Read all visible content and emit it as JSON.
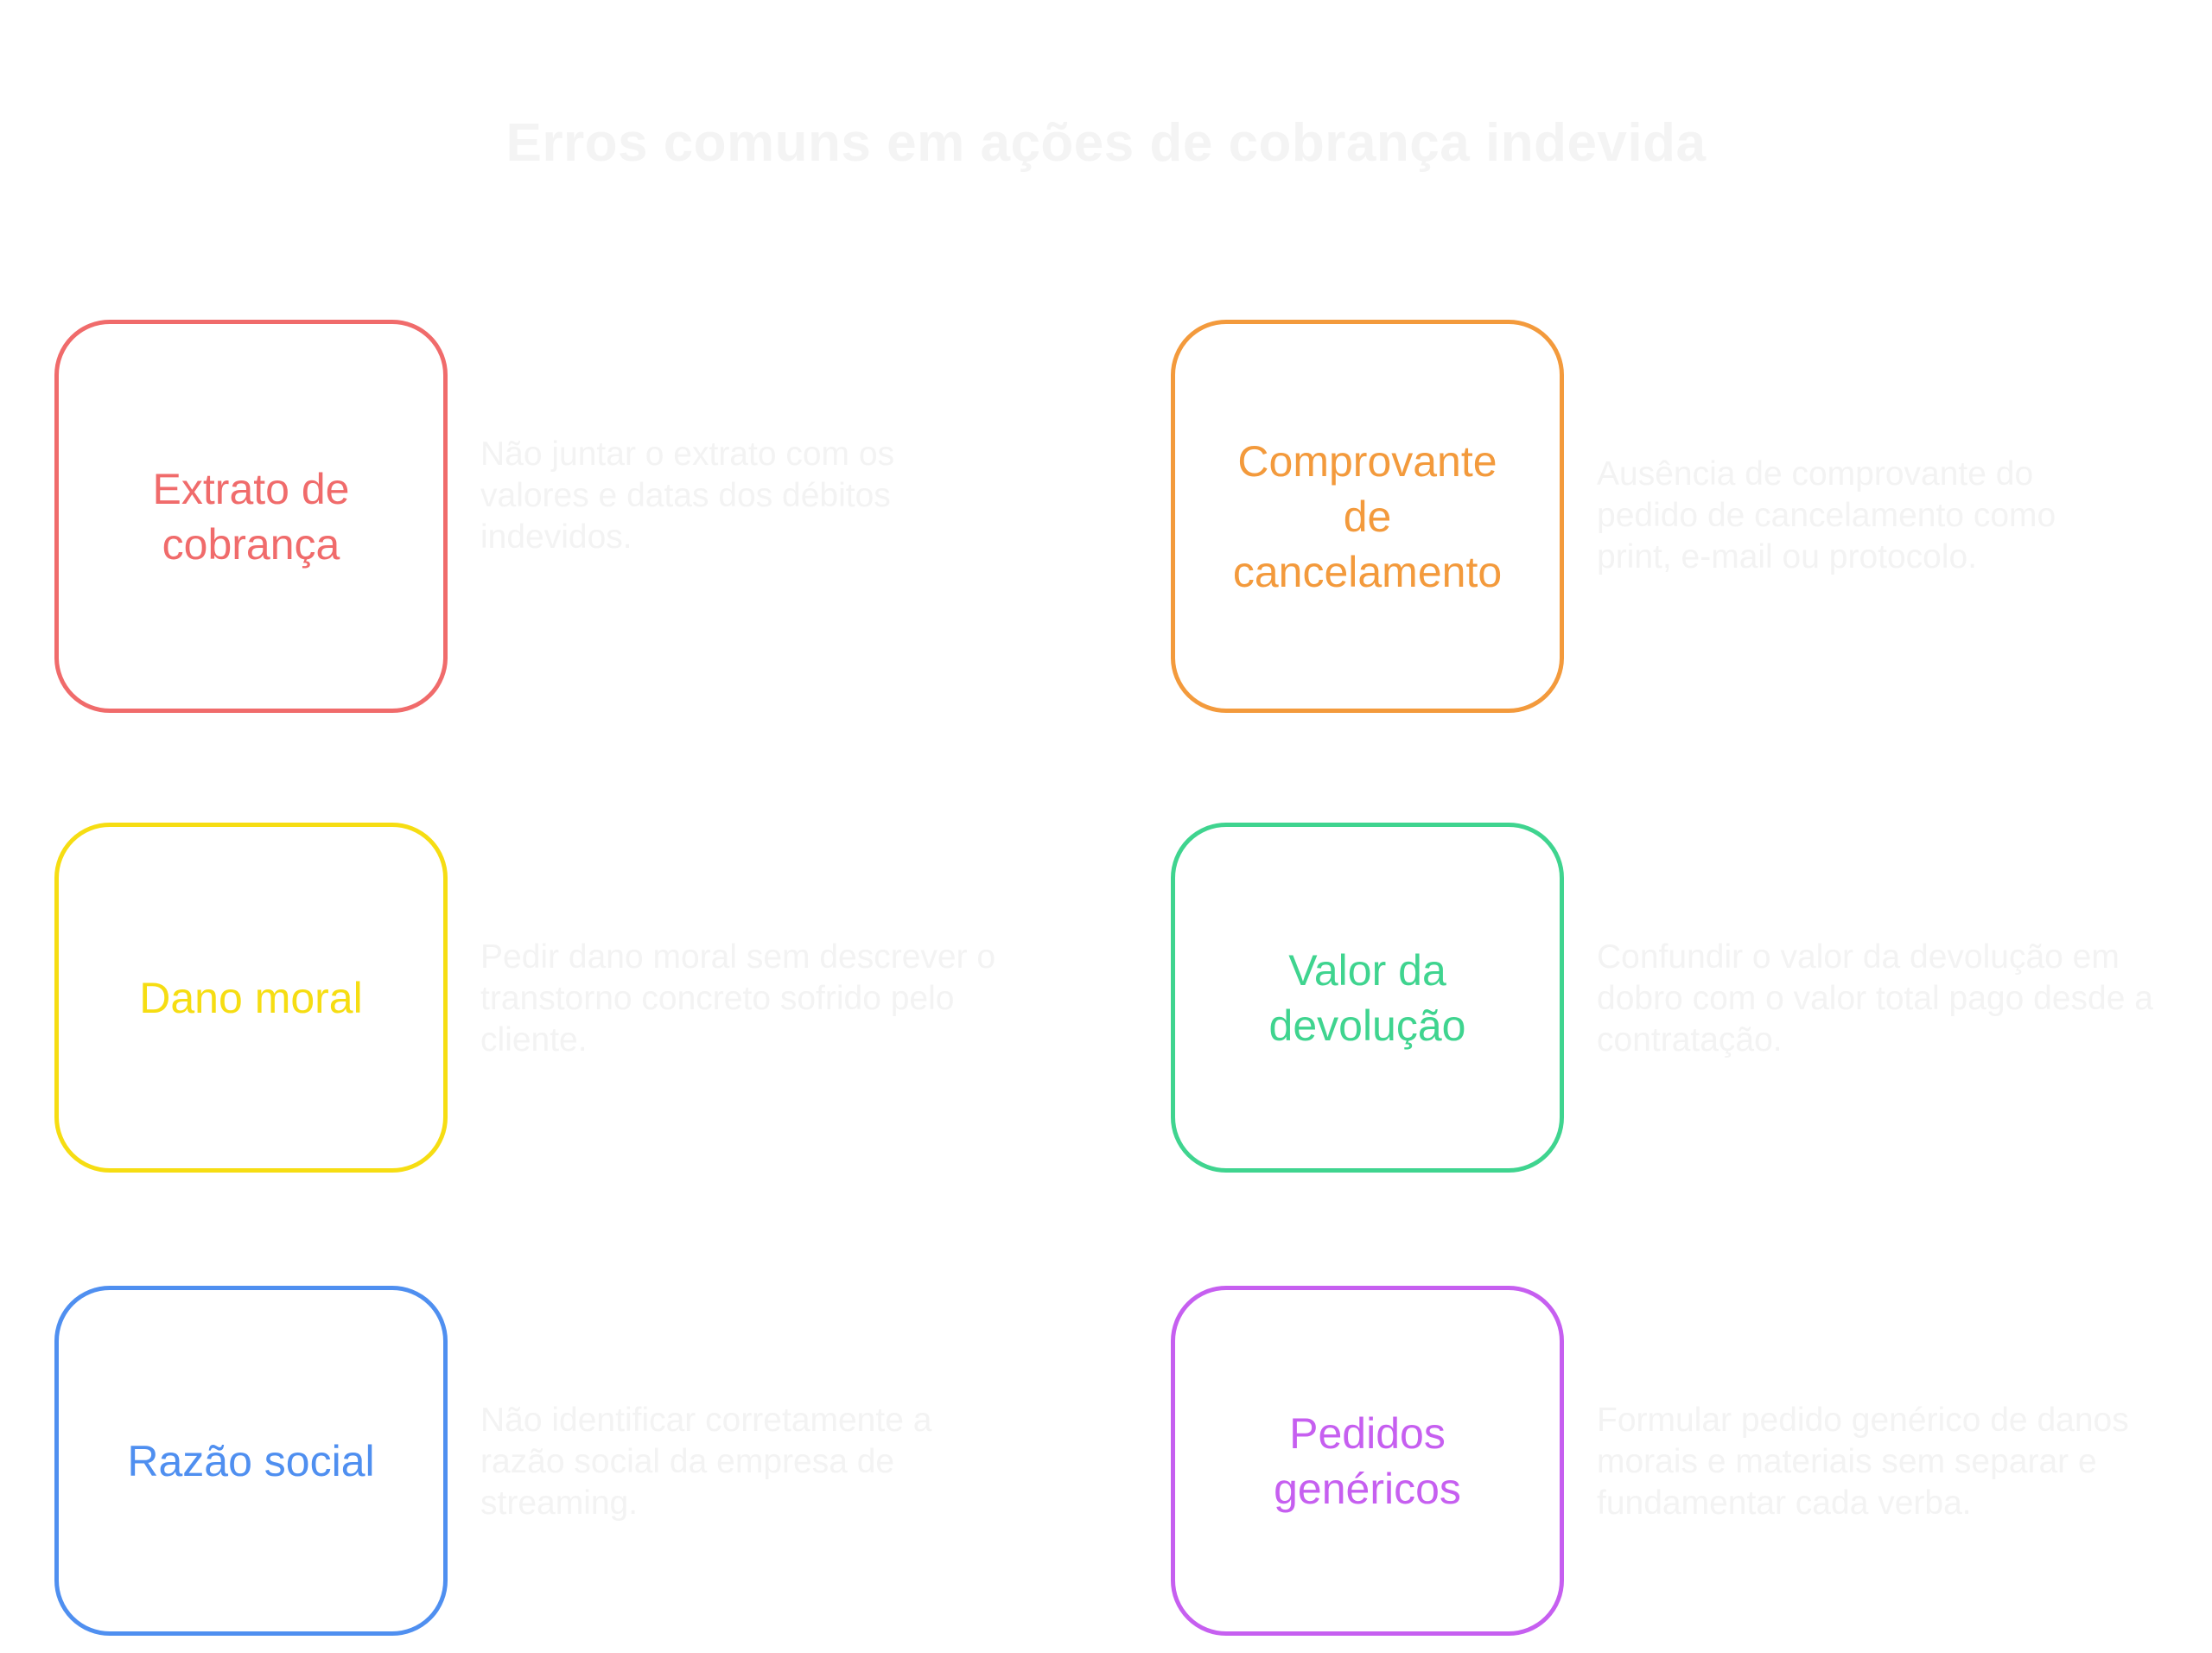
{
  "title": "Erros comuns em ações de cobrança indevida",
  "items": [
    {
      "label": "Extrato de cobrança",
      "description": "Não juntar o extrato com os valores e datas dos débitos indevidos.",
      "color": "#f06b6b"
    },
    {
      "label": "Comprovante de cancelamento",
      "description": "Ausência de comprovante do pedido de cancelamento como print, e-mail ou protocolo.",
      "color": "#f39a3c"
    },
    {
      "label": "Dano moral",
      "description": "Pedir dano moral sem descrever o transtorno concreto sofrido pelo cliente.",
      "color": "#f6dd12"
    },
    {
      "label": "Valor da devolução",
      "description": "Confundir o valor da devolução em dobro com o valor total pago desde a contratação.",
      "color": "#3fd48f"
    },
    {
      "label": "Razão social",
      "description": "Não identificar corretamente a razão social da empresa de streaming.",
      "color": "#4f8ff0"
    },
    {
      "label": "Pedidos genéricos",
      "description": "Formular pedido genérico de danos morais e materiais sem separar e fundamentar cada verba.",
      "color": "#c65ff0"
    }
  ]
}
